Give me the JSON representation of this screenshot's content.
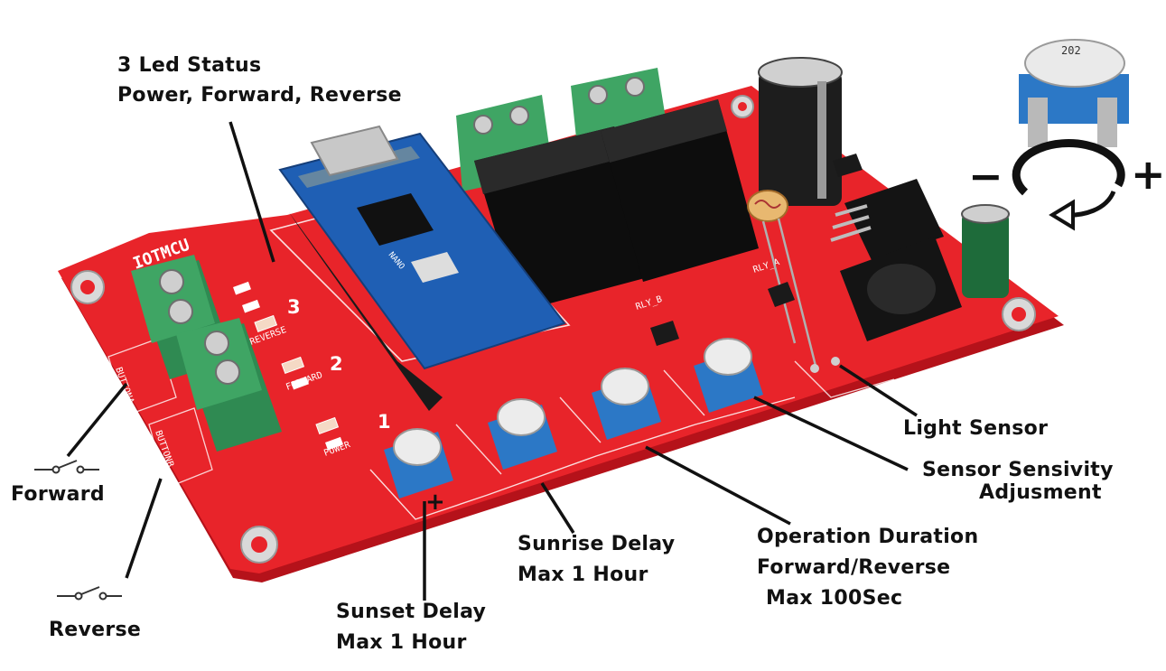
{
  "labels": {
    "led_status_title": "3 Led Status",
    "led_status_list": "Power, Forward, Reverse",
    "forward": "Forward",
    "reverse": "Reverse",
    "sunset_delay": "Sunset Delay",
    "sunset_delay_max": "Max 1 Hour",
    "sunrise_delay": "Sunrise Delay",
    "sunrise_delay_max": "Max 1 Hour",
    "operation_duration": "Operation Duration",
    "operation_direction": "Forward/Reverse",
    "operation_max": "Max 100Sec",
    "light_sensor": "Light Sensor",
    "sensor_sensitivity": "Sensor Sensivity",
    "sensor_adjustment": "Adjusment"
  },
  "led_numbers": [
    "1",
    "2",
    "3"
  ],
  "adjust_signs": {
    "minus": "−",
    "plus": "+",
    "pot_plus": "+"
  },
  "board": {
    "brand": "IOTMCU",
    "silkscreen": {
      "reverse": "REVERSE",
      "forward": "FORWARD",
      "power": "POWER",
      "button_a": "BUTTONA",
      "button_b": "BUTTONB",
      "mcu": "NANO",
      "relay_a": "RLY_A",
      "relay_b": "RLY_B",
      "pot_code": "202"
    }
  },
  "colors": {
    "pcb": "#e8242a",
    "terminal": "#3fa564",
    "mcu_board": "#1f5fb4",
    "relay": "#1a1a1a",
    "pot": "#2c78c6"
  }
}
